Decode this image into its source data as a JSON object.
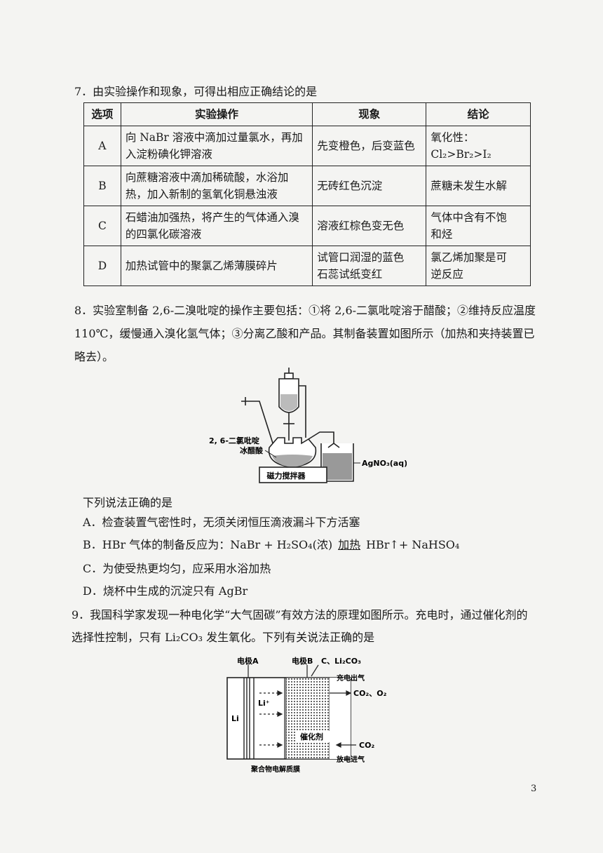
{
  "q7": {
    "stem": "7．由实验操作和现象，可得出相应正确结论的是",
    "headers": [
      "选项",
      "实验操作",
      "现象",
      "结论"
    ],
    "rows": [
      {
        "opt": "A",
        "op": [
          "向 NaBr 溶液中滴加过量氯水，再加",
          "入淀粉碘化钾溶液"
        ],
        "ph": "先变橙色，后变蓝色",
        "co": "氧化性：Cl₂>Br₂>I₂"
      },
      {
        "opt": "B",
        "op": [
          "向蔗糖溶液中滴加稀硫酸，水浴加",
          "热，加入新制的氢氧化铜悬浊液"
        ],
        "ph": "无砖红色沉淀",
        "co": "蔗糖未发生水解"
      },
      {
        "opt": "C",
        "op": [
          "石蜡油加强热，将产生的气体通入溴",
          "的四氯化碳溶液"
        ],
        "ph": "溶液红棕色变无色",
        "co": [
          "气体中含有不饱",
          "和烃"
        ]
      },
      {
        "opt": "D",
        "op": "加热试管中的聚氯乙烯薄膜碎片",
        "ph": [
          "试管口润湿的蓝色",
          "石蕊试纸变红"
        ],
        "co": [
          "氯乙烯加聚是可",
          "逆反应"
        ]
      }
    ]
  },
  "q8": {
    "stem": [
      "8．实验室制备 2,6-二溴吡啶的操作主要包括：①将 2,6-二氯吡啶溶于醋酸；②维持反应温度",
      "110℃，缓慢通入溴化氢气体；③分离乙酸和产品。其制备装置如图所示（加热和夹持装置已",
      "略去）。"
    ],
    "figure": {
      "label_flask": "2, 6-二氯吡啶",
      "label_flask2": "冰醋酸",
      "label_stirrer": "磁力搅拌器",
      "label_beaker": "AgNO₃(aq)"
    },
    "prompt": "下列说法正确的是",
    "options": {
      "A": "A．检查装置气密性时，无须关闭恒压滴液漏斗下方活塞",
      "B_pre": "B．HBr 气体的制备反应为：NaBr + H₂SO₄(浓)",
      "B_cond": "加热",
      "B_post": "HBr↑+ NaHSO₄",
      "C": "C．为使受热更均匀，应采用水浴加热",
      "D": "D．烧杯中生成的沉淀只有 AgBr"
    }
  },
  "q9": {
    "stem": [
      "9．我国科学家发现一种电化学“大气固碳”有效方法的原理如图所示。充电时，通过催化剂的",
      "选择性控制，只有 Li₂CO₃ 发生氧化。下列有关说法正确的是"
    ],
    "figure": {
      "electrode_a": "电极A",
      "electrode_b": "电极B",
      "b_material": "C、Li₂CO₃",
      "charge_out": "充电出气",
      "gas_out": "CO₂、O₂",
      "li": "Li",
      "li_ion": "Li⁺",
      "catalyst": "催化剂",
      "co2_in": "CO₂",
      "discharge_in": "放电进气",
      "membrane": "聚合物电解质膜"
    }
  },
  "page_number": "3"
}
